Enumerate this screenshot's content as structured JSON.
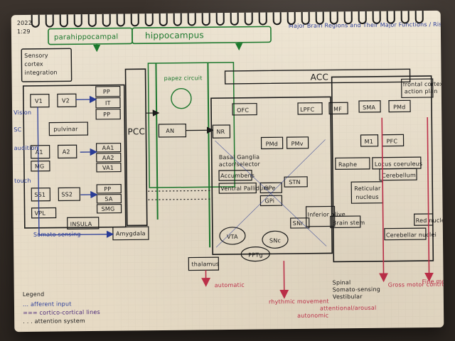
{
  "notebook": {
    "header_left": [
      "parahippocampal",
      "hippocampus"
    ],
    "header_right": "Major Brain Regions and Their Major Functions / Risman trot",
    "top_left_note": [
      "Sensory",
      "cortex",
      "integration"
    ],
    "date_marks": [
      "2022",
      "1:29"
    ],
    "acc_label": "ACC",
    "pcc_label": "PCC",
    "papez_label": "papez circuit",
    "sensory_boxes": [
      "V1",
      "V2",
      "pulvinar",
      "A1",
      "A2",
      "MG",
      "SS1",
      "SS2",
      "VPL",
      "INSULA"
    ],
    "association_boxes": [
      "PP",
      "IT",
      "PP",
      "AA1",
      "AA2",
      "VA1",
      "PP",
      "SA",
      "SMG"
    ],
    "limbic_labels": [
      "AN",
      "NR",
      "VTA",
      "Amygdala",
      "thalamus"
    ],
    "basal_ganglia_labels": [
      "Basal Ganglia",
      "actor/selector",
      "Accumbens",
      "Ventral Pallidum",
      "GPe",
      "GPi",
      "STN",
      "SNr",
      "VTA",
      "SNc",
      "PPTg"
    ],
    "frontal_labels": [
      "frontal cortex",
      "action plan",
      "OFC",
      "LPFC",
      "PMd",
      "PMv",
      "MF",
      "SMA",
      "PMd",
      "M1",
      "PFC"
    ],
    "brainstem_labels": [
      "Raphe",
      "Locus coeruleus",
      "Reticular",
      "nucleus",
      "Brain stem",
      "Cerebellum",
      "Cerebellar nuclei",
      "Inferior olive",
      "Red nucleus"
    ],
    "outputs": [
      "automatic",
      "rhythmic movement",
      "autonomic",
      "attentional/arousal",
      "Spinal",
      "Somato-sensing",
      "Vestibular",
      "Gross motor control",
      "Fine motor"
    ],
    "left_side_labels": [
      "Vision",
      "SC",
      "audition",
      "touch",
      "Somato sensing"
    ],
    "legend_title": "Legend",
    "legend_items": [
      "... afferent input",
      "=== cortico-cortical lines",
      ". . . attention system"
    ],
    "colors": {
      "ink_black": "#1c1c1c",
      "ink_blue": "#2a3d9a",
      "ink_purple": "#4b2a7a",
      "ink_green": "#1d7a2e",
      "ink_red": "#c0304a",
      "paper": "#efe6d4"
    }
  }
}
